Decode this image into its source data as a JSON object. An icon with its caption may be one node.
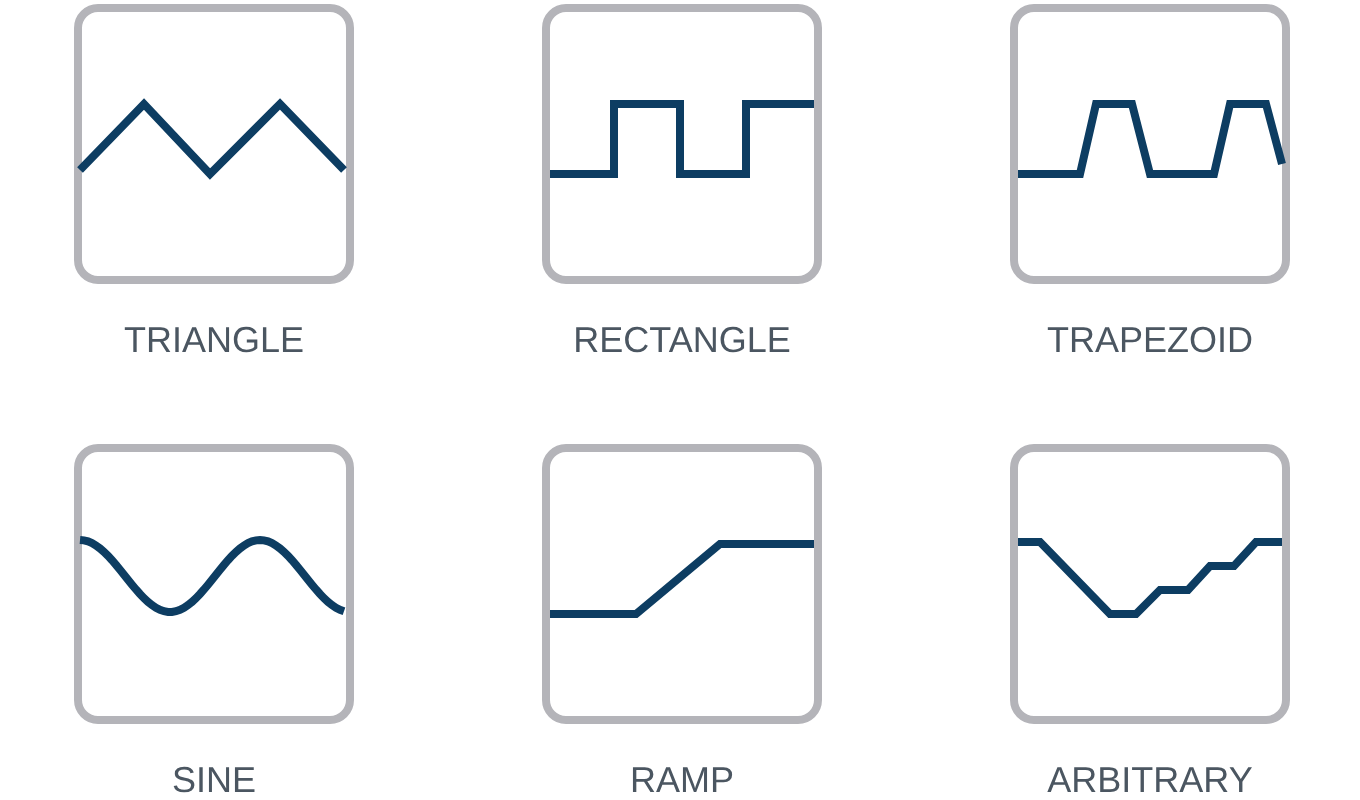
{
  "diagram": {
    "nodes": [
      {
        "text": [
          "TRIANGLE"
        ]
      },
      {
        "text": [
          "RECTANGLE"
        ]
      },
      {
        "text": [
          "TRAPEZOID"
        ]
      },
      {
        "text": [
          "SINE"
        ]
      },
      {
        "text": [
          "RAMP"
        ]
      },
      {
        "text": [
          "ARBITRARY"
        ]
      }
    ]
  }
}
